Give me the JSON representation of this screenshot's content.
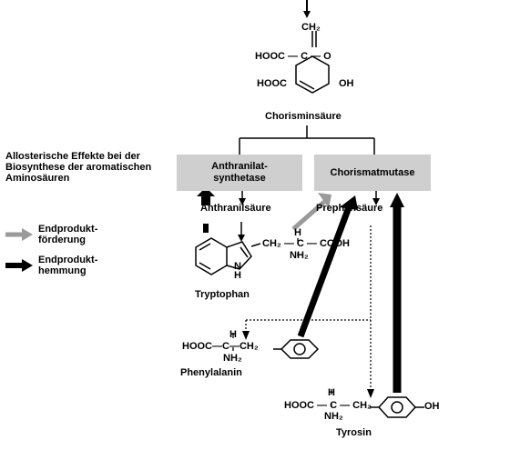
{
  "legend": {
    "title": "Allosterische Effekte bei der Biosynthese der aromatischen Aminosäuren",
    "promotion": "Endprodukt-förderung",
    "inhibition": "Endprodukt-hemmung"
  },
  "enzymes": {
    "anthranilate_synthetase": "Anthranilat-synthetase",
    "chorismate_mutase": "Chorismatmutase"
  },
  "compounds": {
    "chorismate": "Chorisminsäure",
    "anthranilate": "Anthranilsäure",
    "prephenate": "Prephensäure",
    "tryptophan": "Tryptophan",
    "phenylalanine": "Phenylalanin",
    "tyrosine": "Tyrosin"
  },
  "formula": {
    "ch2": "CH₂",
    "hooc": "HOOC",
    "c": "C",
    "o": "O",
    "oh": "OH",
    "h": "H",
    "nh2": "NH₂",
    "n": "N",
    "cooh": "COOH",
    "hooc_dash_c": "HOOC — C — O",
    "hooc_c_ch": "HOOC—C—CH₂",
    "ch2_c_cooh": "CH₂ — C — COOH",
    "hooc_c_ch2_tyr": "HOOC — C — CH₂"
  },
  "colors": {
    "enzyme_box": "#cfcfcf",
    "promotion_arrow": "#9a9a9a",
    "inhibition_arrow": "#000000"
  }
}
